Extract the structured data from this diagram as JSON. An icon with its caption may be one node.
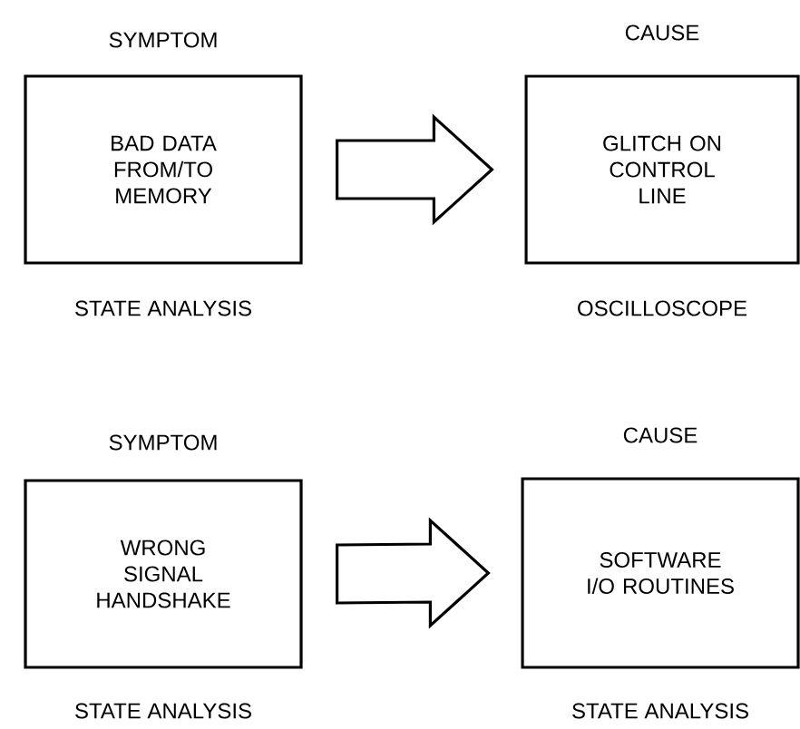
{
  "diagram": {
    "nodes": [
      {
        "text": [
          "SYMPTOM",
          "BAD DATA FROM/TO MEMORY"
        ],
        "beside": [
          "STATE ANALYSIS"
        ]
      },
      {
        "text": [
          "CAUSE",
          "GLITCH ON CONTROL LINE"
        ],
        "beside": [
          "OSCILLOSCOPE"
        ]
      },
      {
        "text": [
          "SYMPTOM",
          "WRONG SIGNAL HANDSHAKE"
        ],
        "beside": [
          "STATE ANALYSIS"
        ]
      },
      {
        "text": [
          "CAUSE",
          "SOFTWARE I/O ROUTINES"
        ],
        "beside": [
          "STATE ANALYSIS"
        ]
      }
    ],
    "edges": [
      {
        "from": 0,
        "to": 1,
        "arrow": "to"
      },
      {
        "from": 2,
        "to": 3,
        "arrow": "to"
      }
    ]
  }
}
